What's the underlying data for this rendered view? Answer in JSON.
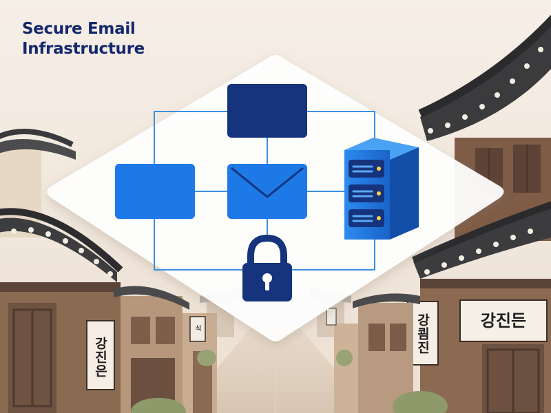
{
  "title": {
    "line1": "Secure Email",
    "line2": "Infrastructure"
  },
  "signs": {
    "left": "강진은",
    "middle": "강쾸진",
    "right": "강진든",
    "small": "식"
  },
  "icons": [
    "document-icon",
    "folder-icon",
    "envelope-icon",
    "server-icon",
    "padlock-icon"
  ],
  "colors": {
    "title": "#14286e",
    "navy": "#16347e",
    "blue": "#1d79e6",
    "connector": "#3e8fe0",
    "panel": "#ffffff",
    "sky": "#f2e9df"
  }
}
